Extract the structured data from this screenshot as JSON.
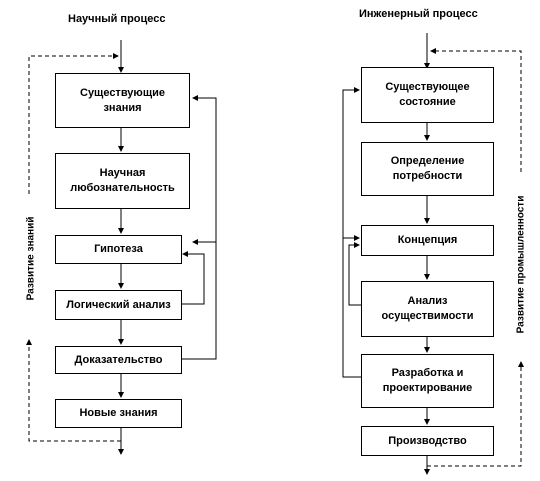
{
  "left": {
    "title": "Научный процесс",
    "side_label": "Развитие знаний",
    "boxes": [
      "Существующие знания",
      "Научная любознательность",
      "Гипотеза",
      "Логический анализ",
      "Доказательство",
      "Новые знания"
    ]
  },
  "right": {
    "title": "Инженерный процесс",
    "side_label": "Развитие промышленности",
    "boxes": [
      "Существующее состояние",
      "Определение потребности",
      "Концепция",
      "Анализ осуществимости",
      "Разработка и проектирование",
      "Производство"
    ]
  }
}
